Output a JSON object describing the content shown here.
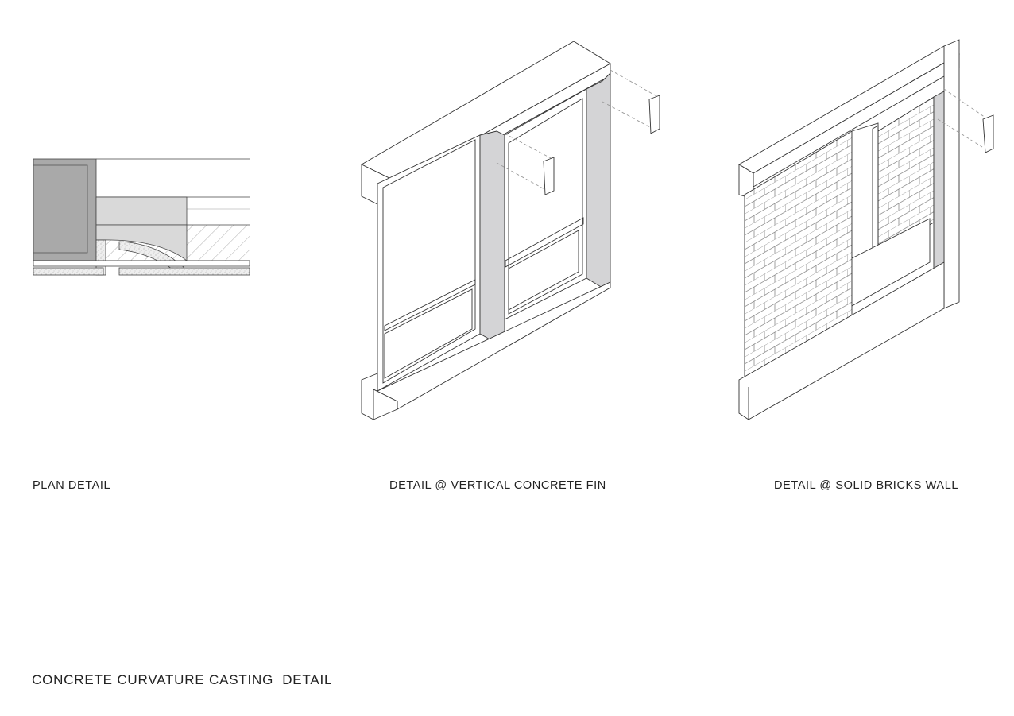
{
  "sheet": {
    "title": "CONCRETE CURVATURE CASTING  DETAIL"
  },
  "details": [
    {
      "label": "PLAN DETAIL"
    },
    {
      "label": "DETAIL @ VERTICAL CONCRETE FIN"
    },
    {
      "label": "DETAIL @ SOLID BRICKS WALL"
    }
  ],
  "colors": {
    "line": "#333333",
    "concrete_dark": "#a9a9a9",
    "concrete_light": "#d9d9d9",
    "fin_fill": "#d4d4d6",
    "paper": "#ffffff"
  }
}
